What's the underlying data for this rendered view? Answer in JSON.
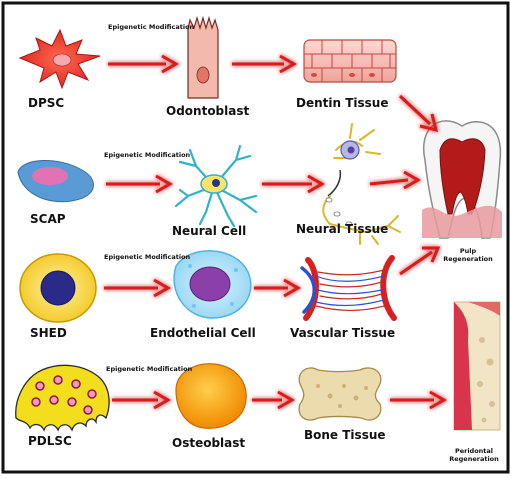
{
  "epigenetic_label": "Epigenetic Modification",
  "rows": [
    {
      "source": "DPSC",
      "intermediate": "Odontoblast",
      "tissue": "Dentin Tissue"
    },
    {
      "source": "SCAP",
      "intermediate": "Neural Cell",
      "tissue": "Neural Tissue"
    },
    {
      "source": "SHED",
      "intermediate": "Endothelial Cell",
      "tissue": "Vascular Tissue"
    },
    {
      "source": "PDLSC",
      "intermediate": "Osteoblast",
      "tissue": "Bone Tissue"
    }
  ],
  "outcomes": {
    "pulp": "Pulp Regeneration",
    "periodontal": "Peridontal Regeneration"
  },
  "icons": [
    "dpsc-cell-icon",
    "odontoblast-icon",
    "dentin-tissue-icon",
    "tooth-icon",
    "scap-cell-icon",
    "neural-cell-icon",
    "neural-tissue-icon",
    "shed-cell-icon",
    "endothelial-cell-icon",
    "vascular-tissue-icon",
    "pdlsc-cell-icon",
    "osteoblast-icon",
    "bone-tissue-icon",
    "periodontal-icon"
  ],
  "colors": {
    "arrow": "#d81c1c",
    "frame": "#111111",
    "dpsc": "#e8332d",
    "scap": "#5b9bd5",
    "neural": "#3fb6c9",
    "shed": "#f3c51a",
    "endothelial": "#8b3fa8",
    "pdlsc": "#f2de1d",
    "osteoblast": "#f7a300",
    "bone": "#e9d7a8",
    "gum": "#d8344b"
  }
}
